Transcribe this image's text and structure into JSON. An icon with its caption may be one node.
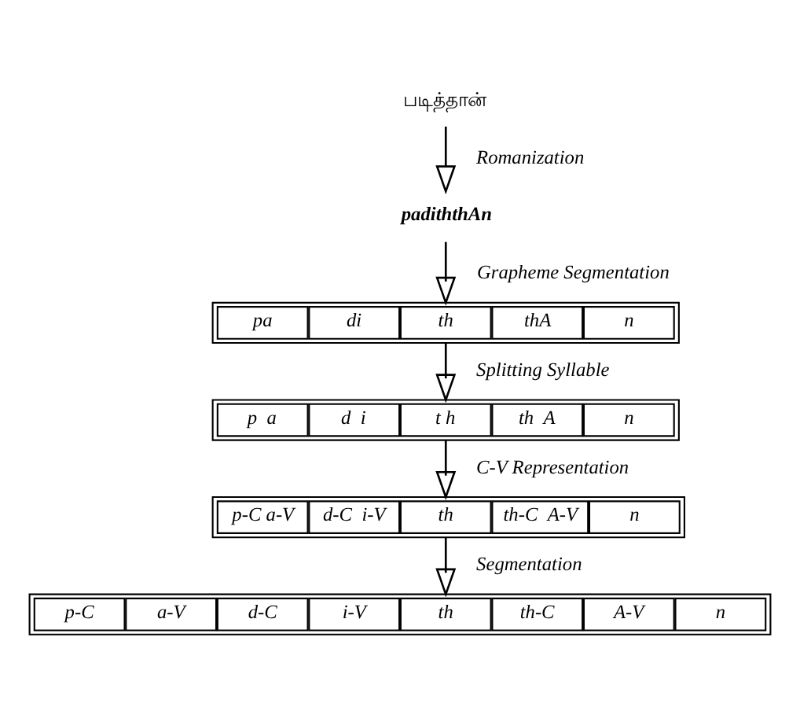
{
  "diagram": {
    "nodes": [
      {
        "text": [
          "படித்தான்"
        ]
      },
      {
        "text": [
          "padiththAn"
        ]
      },
      {
        "text": [],
        "shape": "bar"
      },
      {
        "text": [
          "pa"
        ],
        "in": 2
      },
      {
        "text": [
          "di"
        ],
        "in": 2
      },
      {
        "text": [
          "th"
        ],
        "in": 2
      },
      {
        "text": [
          "thA"
        ],
        "in": 2
      },
      {
        "text": [
          "n"
        ],
        "in": 2
      },
      {
        "text": [],
        "shape": "bar"
      },
      {
        "text": [
          "p  a"
        ],
        "in": 8
      },
      {
        "text": [
          "d  i"
        ],
        "in": 8
      },
      {
        "text": [
          "t h"
        ],
        "in": 8
      },
      {
        "text": [
          "th  A"
        ],
        "in": 8
      },
      {
        "text": [
          "n"
        ],
        "in": 8
      },
      {
        "text": [],
        "shape": "bar"
      },
      {
        "text": [
          "p-C a-V"
        ],
        "in": 14
      },
      {
        "text": [
          "d-C  i-V"
        ],
        "in": 14
      },
      {
        "text": [
          "th"
        ],
        "in": 14
      },
      {
        "text": [
          "th-C  A-V"
        ],
        "in": 14
      },
      {
        "text": [
          "n"
        ],
        "in": 14
      },
      {
        "text": [],
        "shape": "bar"
      },
      {
        "text": [
          "p-C"
        ],
        "in": 20
      },
      {
        "text": [
          "a-V"
        ],
        "in": 20
      },
      {
        "text": [
          "d-C"
        ],
        "in": 20
      },
      {
        "text": [
          "i-V"
        ],
        "in": 20
      },
      {
        "text": [
          "th"
        ],
        "in": 20
      },
      {
        "text": [
          "th-C"
        ],
        "in": 20
      },
      {
        "text": [
          "A-V"
        ],
        "in": 20
      },
      {
        "text": [
          "n"
        ],
        "in": 20
      }
    ],
    "edges": [
      {
        "from": 0,
        "to": 1,
        "arrow": "to",
        "label": "Romanization"
      },
      {
        "from": 1,
        "to": 2,
        "arrow": "to",
        "label": "Grapheme Segmentation"
      },
      {
        "from": 2,
        "to": 8,
        "arrow": "to",
        "label": "Splitting Syllable"
      },
      {
        "from": 8,
        "to": 14,
        "arrow": "to",
        "label": "C-V Representation"
      },
      {
        "from": 14,
        "to": 20,
        "arrow": "to",
        "label": "Segmentation"
      }
    ]
  }
}
